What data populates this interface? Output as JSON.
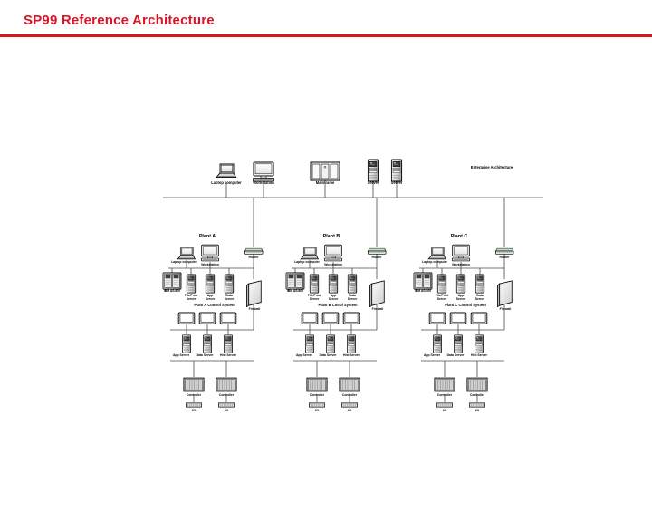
{
  "slide": {
    "title": "SP99 Reference Architecture",
    "accent_color": "#d81426",
    "background": "#ffffff"
  },
  "diagram": {
    "type": "network-reference-architecture",
    "enterprise": {
      "zone_label": "Enterprise Architecture",
      "nodes": [
        {
          "label": "Laptop computer",
          "icon": "laptop-icon"
        },
        {
          "label": "Workstation",
          "icon": "workstation-icon"
        },
        {
          "label": "Mainframe",
          "icon": "mainframe-icon"
        },
        {
          "label": "Server",
          "icon": "server-tower-icon"
        },
        {
          "label": "Server",
          "icon": "server-tower-icon"
        }
      ]
    },
    "plants": [
      {
        "name": "Plant A",
        "router_label": "Router",
        "firewall_label": "Firewall",
        "business_nodes": [
          {
            "label": "Laptop computer",
            "icon": "laptop-icon"
          },
          {
            "label": "Workstation",
            "icon": "workstation-icon"
          }
        ],
        "as400_label": "IBM AS/400",
        "servers": [
          {
            "line1": "File/Print",
            "line2": "Server",
            "icon": "server-tower-icon"
          },
          {
            "line1": "App",
            "line2": "Server",
            "icon": "server-tower-icon"
          },
          {
            "line1": "Data",
            "line2": "Server",
            "icon": "server-tower-icon"
          }
        ],
        "control_system_label": "Plant A Control System",
        "operator_stations": [
          {
            "icon": "operator-console-icon"
          },
          {
            "icon": "operator-console-icon"
          },
          {
            "icon": "operator-console-icon"
          }
        ],
        "control_servers": [
          {
            "label": "App Server",
            "icon": "server-tower-icon"
          },
          {
            "label": "Data Server",
            "icon": "server-tower-icon"
          },
          {
            "label": "Hist Server",
            "icon": "server-tower-icon"
          }
        ],
        "controllers": [
          {
            "label": "Controller",
            "io_label": "I/O",
            "icon": "controller-icon"
          },
          {
            "label": "Controller",
            "io_label": "I/O",
            "icon": "controller-icon"
          }
        ]
      },
      {
        "name": "Plant B",
        "router_label": "Router",
        "firewall_label": "Firewall",
        "business_nodes": [
          {
            "label": "Laptop computer",
            "icon": "laptop-icon"
          },
          {
            "label": "Workstation",
            "icon": "workstation-icon"
          }
        ],
        "as400_label": "IBM AS/400",
        "servers": [
          {
            "line1": "File/Print",
            "line2": "Server",
            "icon": "server-tower-icon"
          },
          {
            "line1": "App",
            "line2": "Server",
            "icon": "server-tower-icon"
          },
          {
            "line1": "Data",
            "line2": "Server",
            "icon": "server-tower-icon"
          }
        ],
        "control_system_label": "Plant B Cotrol System",
        "operator_stations": [
          {
            "icon": "operator-console-icon"
          },
          {
            "icon": "operator-console-icon"
          },
          {
            "icon": "operator-console-icon"
          }
        ],
        "control_servers": [
          {
            "label": "App Server",
            "icon": "server-tower-icon"
          },
          {
            "label": "Data Server",
            "icon": "server-tower-icon"
          },
          {
            "label": "Hist Server",
            "icon": "server-tower-icon"
          }
        ],
        "controllers": [
          {
            "label": "Controller",
            "io_label": "I/O",
            "icon": "controller-icon"
          },
          {
            "label": "Controller",
            "io_label": "I/O",
            "icon": "controller-icon"
          }
        ]
      },
      {
        "name": "Plant C",
        "router_label": "Router",
        "firewall_label": "Firewall",
        "business_nodes": [
          {
            "label": "Laptop computer",
            "icon": "laptop-icon"
          },
          {
            "label": "Workstation",
            "icon": "workstation-icon"
          }
        ],
        "as400_label": "IBM AS/400",
        "servers": [
          {
            "line1": "File/Print",
            "line2": "Server",
            "icon": "server-tower-icon"
          },
          {
            "line1": "App",
            "line2": "Server",
            "icon": "server-tower-icon"
          },
          {
            "line1": "Data",
            "line2": "Server",
            "icon": "server-tower-icon"
          }
        ],
        "control_system_label": "Plant C Control System",
        "operator_stations": [
          {
            "icon": "operator-console-icon"
          },
          {
            "icon": "operator-console-icon"
          },
          {
            "icon": "operator-console-icon"
          }
        ],
        "control_servers": [
          {
            "label": "App Server",
            "icon": "server-tower-icon"
          },
          {
            "label": "Data Server",
            "icon": "server-tower-icon"
          },
          {
            "label": "Hist Server",
            "icon": "server-tower-icon"
          }
        ],
        "controllers": [
          {
            "label": "Controller",
            "io_label": "I/O",
            "icon": "controller-icon"
          },
          {
            "label": "Controller",
            "io_label": "I/O",
            "icon": "controller-icon"
          }
        ]
      }
    ]
  }
}
